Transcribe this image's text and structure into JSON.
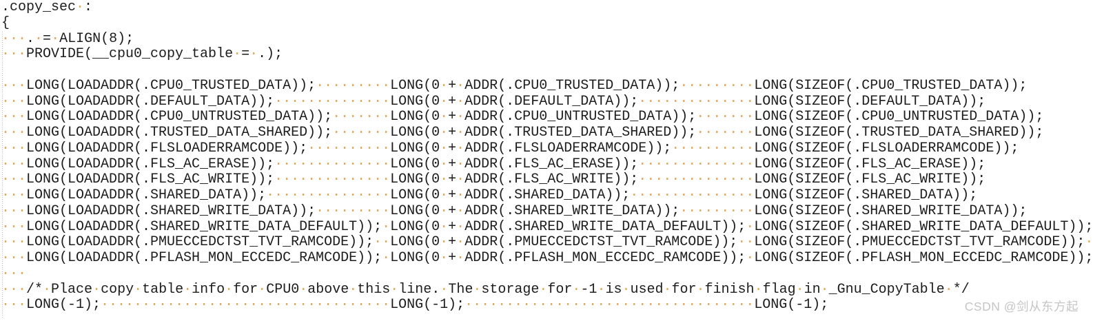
{
  "editor": {
    "language": "gnu-linker-script",
    "section_name": ".copy_sec",
    "background_color": "#ffffff",
    "text_color": "#1c1c1c",
    "whitespace_dot_color": "#e7a558",
    "indent_guide_color": "#b5b5b5",
    "lines": [
      ".copy_sec :",
      "{",
      "   . = ALIGN(8);",
      "   PROVIDE(__cpu0_copy_table = .);",
      "",
      "   LONG(LOADADDR(.CPU0_TRUSTED_DATA));         LONG(0 + ADDR(.CPU0_TRUSTED_DATA));         LONG(SIZEOF(.CPU0_TRUSTED_DATA));",
      "   LONG(LOADADDR(.DEFAULT_DATA));              LONG(0 + ADDR(.DEFAULT_DATA));              LONG(SIZEOF(.DEFAULT_DATA));",
      "   LONG(LOADADDR(.CPU0_UNTRUSTED_DATA));       LONG(0 + ADDR(.CPU0_UNTRUSTED_DATA));       LONG(SIZEOF(.CPU0_UNTRUSTED_DATA));",
      "   LONG(LOADADDR(.TRUSTED_DATA_SHARED));       LONG(0 + ADDR(.TRUSTED_DATA_SHARED));       LONG(SIZEOF(.TRUSTED_DATA_SHARED));",
      "   LONG(LOADADDR(.FLSLOADERRAMCODE));          LONG(0 + ADDR(.FLSLOADERRAMCODE));          LONG(SIZEOF(.FLSLOADERRAMCODE));",
      "   LONG(LOADADDR(.FLS_AC_ERASE));              LONG(0 + ADDR(.FLS_AC_ERASE));              LONG(SIZEOF(.FLS_AC_ERASE));",
      "   LONG(LOADADDR(.FLS_AC_WRITE));              LONG(0 + ADDR(.FLS_AC_WRITE));              LONG(SIZEOF(.FLS_AC_WRITE));",
      "   LONG(LOADADDR(.SHARED_DATA));               LONG(0 + ADDR(.SHARED_DATA));               LONG(SIZEOF(.SHARED_DATA));",
      "   LONG(LOADADDR(.SHARED_WRITE_DATA));         LONG(0 + ADDR(.SHARED_WRITE_DATA));         LONG(SIZEOF(.SHARED_WRITE_DATA));",
      "   LONG(LOADADDR(.SHARED_WRITE_DATA_DEFAULT)); LONG(0 + ADDR(.SHARED_WRITE_DATA_DEFAULT)); LONG(SIZEOF(.SHARED_WRITE_DATA_DEFAULT));",
      "   LONG(LOADADDR(.PMUECCEDCTST_TVT_RAMCODE));  LONG(0 + ADDR(.PMUECCEDCTST_TVT_RAMCODE));  LONG(SIZEOF(.PMUECCEDCTST_TVT_RAMCODE)); ",
      "   LONG(LOADADDR(.PFLASH_MON_ECCEDC_RAMCODE)); LONG(0 + ADDR(.PFLASH_MON_ECCEDC_RAMCODE)); LONG(SIZEOF(.PFLASH_MON_ECCEDC_RAMCODE));",
      "   ",
      "   /* Place copy table info for CPU0 above this line. The storage for -1 is used for finish flag in _Gnu_CopyTable */",
      "   LONG(-1);                                   LONG(-1);                                   LONG(-1);"
    ]
  },
  "watermark": {
    "text": "CSDN @剑从东方起",
    "color": "#c5c5c5"
  }
}
